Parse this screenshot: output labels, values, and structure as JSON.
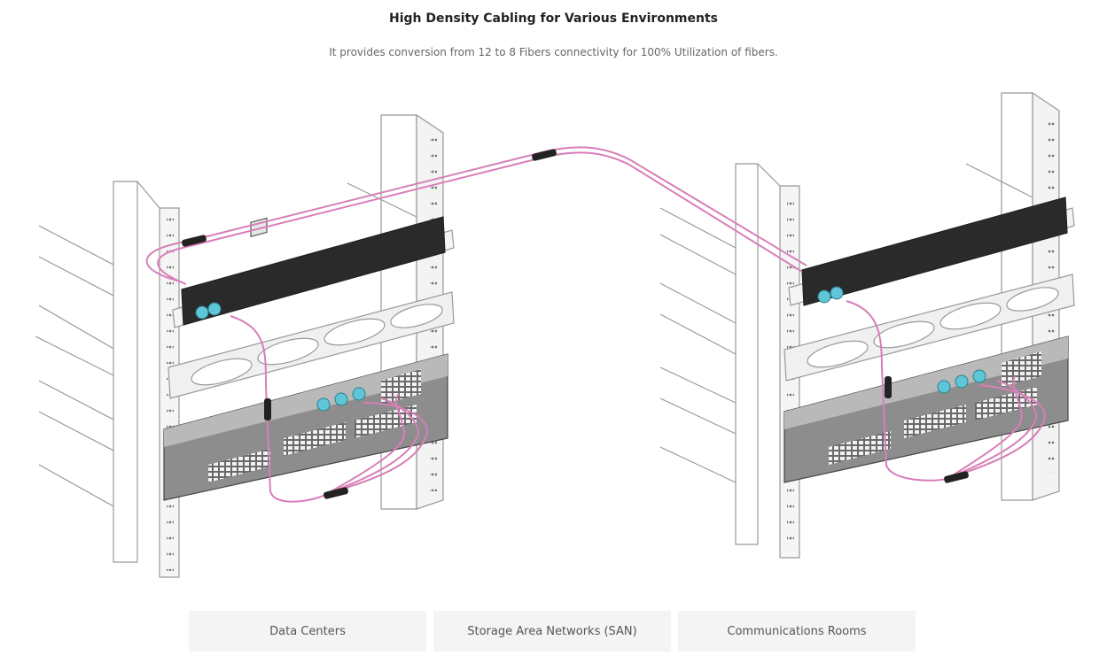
{
  "header": {
    "title": "High Density Cabling for Various Environments",
    "subtitle": "It provides conversion from 12 to 8 Fibers connectivity for 100% Utilization of fibers."
  },
  "illustration": {
    "icon": "rack-cabling-illustration",
    "cable_color": "#d77fb8",
    "connector_color": "#5ec6d6"
  },
  "tabs": [
    {
      "label": "Data Centers"
    },
    {
      "label": "Storage Area Networks (SAN)"
    },
    {
      "label": "Communications Rooms"
    }
  ]
}
